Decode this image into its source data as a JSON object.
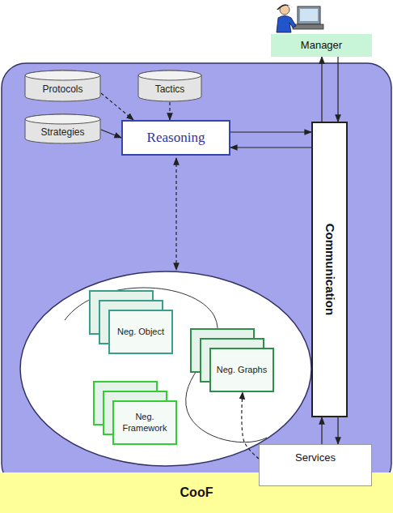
{
  "diagram": {
    "nodes": [
      {
        "text": [
          "Manager"
        ]
      },
      {
        "text": [
          "Protocols"
        ]
      },
      {
        "text": [
          "Tactics"
        ]
      },
      {
        "text": [
          "Strategies"
        ]
      },
      {
        "text": [
          "Reasoning"
        ]
      },
      {
        "text": [
          "Communication"
        ]
      },
      {
        "text": [
          "Neg. Object"
        ]
      },
      {
        "text": [
          "Neg. Graphs"
        ]
      },
      {
        "text": [
          "Neg. Framework"
        ]
      },
      {
        "text": [
          "Services"
        ]
      },
      {
        "text": [
          "CooF"
        ]
      }
    ],
    "edges": [
      {
        "from": 1,
        "to": 4,
        "arrow": "to"
      },
      {
        "from": 2,
        "to": 4,
        "arrow": "to"
      },
      {
        "from": 3,
        "to": 4,
        "arrow": "to"
      },
      {
        "from": 4,
        "to": 5,
        "arrow": "to"
      },
      {
        "from": 5,
        "to": 4,
        "arrow": "to"
      },
      {
        "from": 5,
        "to": 0,
        "arrow": "to"
      },
      {
        "from": 0,
        "to": 5,
        "arrow": "to"
      },
      {
        "from": 9,
        "to": 5,
        "arrow": "to"
      },
      {
        "from": 5,
        "to": 9,
        "arrow": "to"
      },
      {
        "from": 9,
        "to": 7,
        "arrow": "to"
      }
    ]
  }
}
